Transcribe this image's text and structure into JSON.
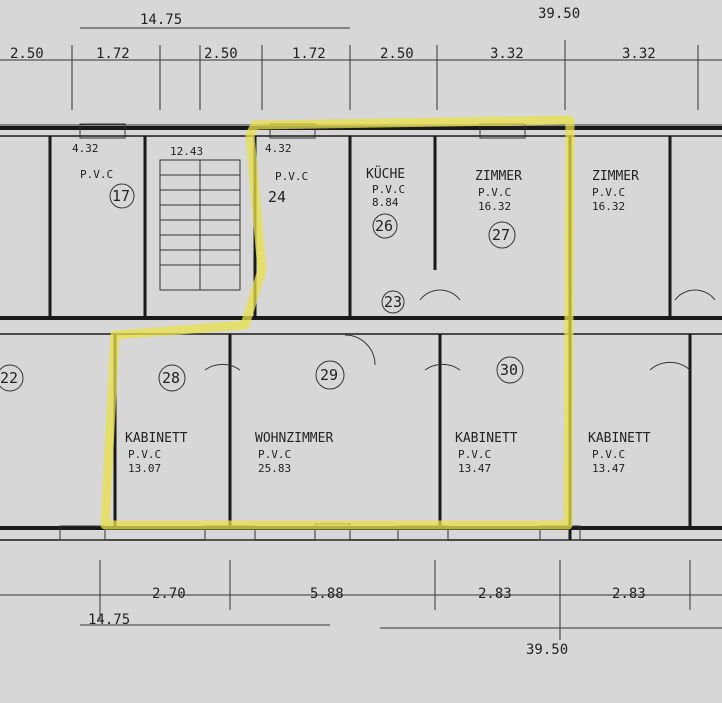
{
  "dimensions": {
    "top_total_left": "14.75",
    "top_total_right": "39.50",
    "top_segments": [
      "2.50",
      "1.72",
      "2.50",
      "1.72",
      "2.50",
      "3.32",
      "3.32"
    ],
    "bottom_segments": [
      "2.70",
      "5.88",
      "2.83",
      "2.83"
    ],
    "bottom_total_left": "14.75",
    "bottom_total_right": "39.50"
  },
  "rooms": [
    {
      "number": "17",
      "name": "",
      "floor": "P.V.C",
      "area": "4.32"
    },
    {
      "number": "",
      "name": "",
      "floor": "",
      "area": "12.43"
    },
    {
      "number": "24",
      "name": "",
      "floor": "P.V.C",
      "area": "4.32"
    },
    {
      "number": "26",
      "name": "KÜCHE",
      "floor": "P.V.C",
      "area": "8.84"
    },
    {
      "number": "27",
      "name": "ZIMMER",
      "floor": "P.V.C",
      "area": "16.32"
    },
    {
      "number": "",
      "name": "ZIMMER",
      "floor": "P.V.C",
      "area": "16.32"
    },
    {
      "number": "28",
      "name": "KABINETT",
      "floor": "P.V.C",
      "area": "13.07"
    },
    {
      "number": "29",
      "name": "WOHNZIMMER",
      "floor": "P.V.C",
      "area": "25.83"
    },
    {
      "number": "30",
      "name": "KABINETT",
      "floor": "P.V.C",
      "area": "13.47"
    },
    {
      "number": "",
      "name": "KABINETT",
      "floor": "P.V.C",
      "area": "13.47"
    },
    {
      "number": "22",
      "name": "",
      "floor": "",
      "area": ""
    },
    {
      "number": "23",
      "name": "",
      "floor": "",
      "area": ""
    }
  ],
  "colors": {
    "highlight": "#e8e24a",
    "paper": "#d7d7d7",
    "ink": "#1a1a1a"
  }
}
